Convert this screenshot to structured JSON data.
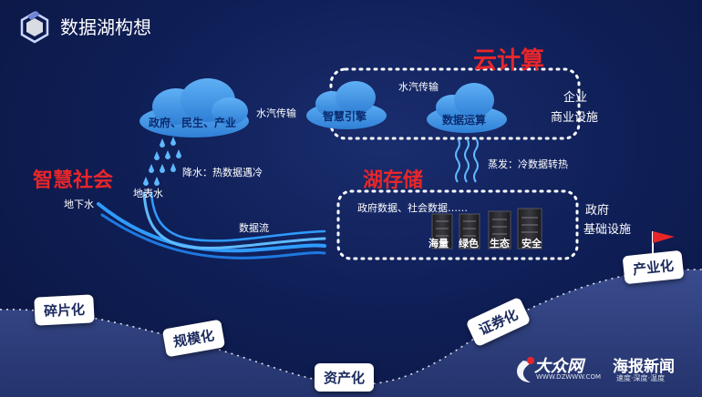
{
  "title": "数据湖构想",
  "labels": {
    "cloud_compute": "云计算",
    "smart_society": "智慧社会",
    "lake_storage": "湖存储",
    "water_vapor_1": "水汽传输",
    "water_vapor_2": "水汽传输",
    "cloud_gov": "政府、民生、产业",
    "cloud_smart": "智慧引擎",
    "cloud_ops": "数据运算",
    "enterprise": "企业",
    "commercial": "商业设施",
    "rain": "降水：热数据遇冷",
    "evaporation": "蒸发：冷数据转热",
    "underground_water": "地下水",
    "surface_water": "地表水",
    "data_stream": "数据流",
    "lake_data": "政府数据、社会数据……",
    "government": "政府",
    "infrastructure": "基础设施"
  },
  "servers": [
    {
      "label": "海量"
    },
    {
      "label": "绿色"
    },
    {
      "label": "生态"
    },
    {
      "label": "安全"
    }
  ],
  "stages": [
    {
      "label": "碎片化"
    },
    {
      "label": "规模化"
    },
    {
      "label": "资产化"
    },
    {
      "label": "证券化"
    },
    {
      "label": "产业化"
    }
  ],
  "watermark": {
    "brand1": "大众网",
    "url": "WWW.DZWWW.COM",
    "brand2": "海报新闻",
    "slogan": "速度·深度·温度"
  },
  "colors": {
    "accent_red": "#e8262a",
    "cloud_blue": "#3a8fe0",
    "stream_blue": "#2f9bff",
    "hill_blue": "#2e3f80"
  }
}
